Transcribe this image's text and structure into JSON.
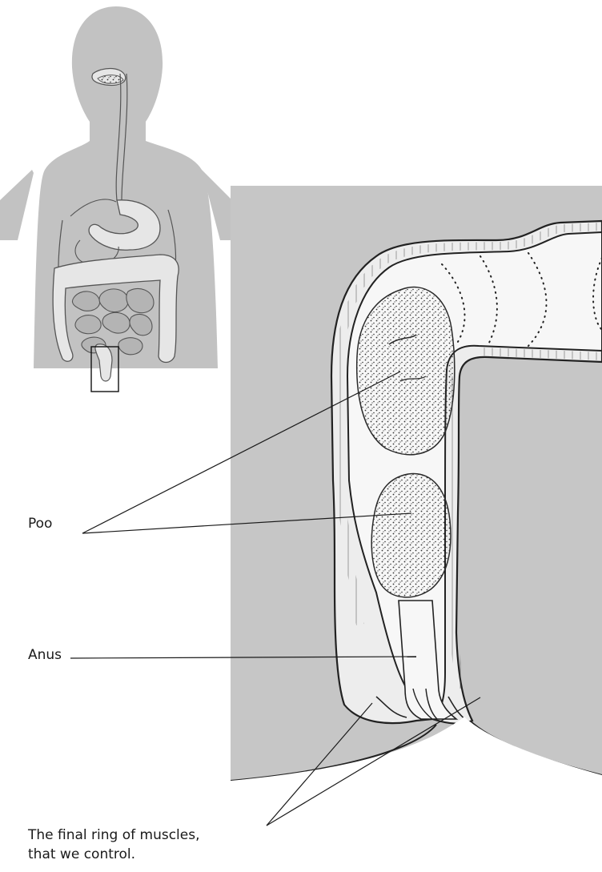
{
  "labels": {
    "poo": "Poo",
    "anus": "Anus",
    "muscles_line1": "The final ring of muscles,",
    "muscles_line2": "that we control."
  },
  "colors": {
    "panel_background": "#c6c6c6",
    "body_silhouette": "#c2c2c2",
    "organ_fill": "#e6e6e6",
    "tissue_wall": "#ededed",
    "lumen_fill": "#f7f7f7",
    "outline": "#222222",
    "stipple": "#333333"
  }
}
